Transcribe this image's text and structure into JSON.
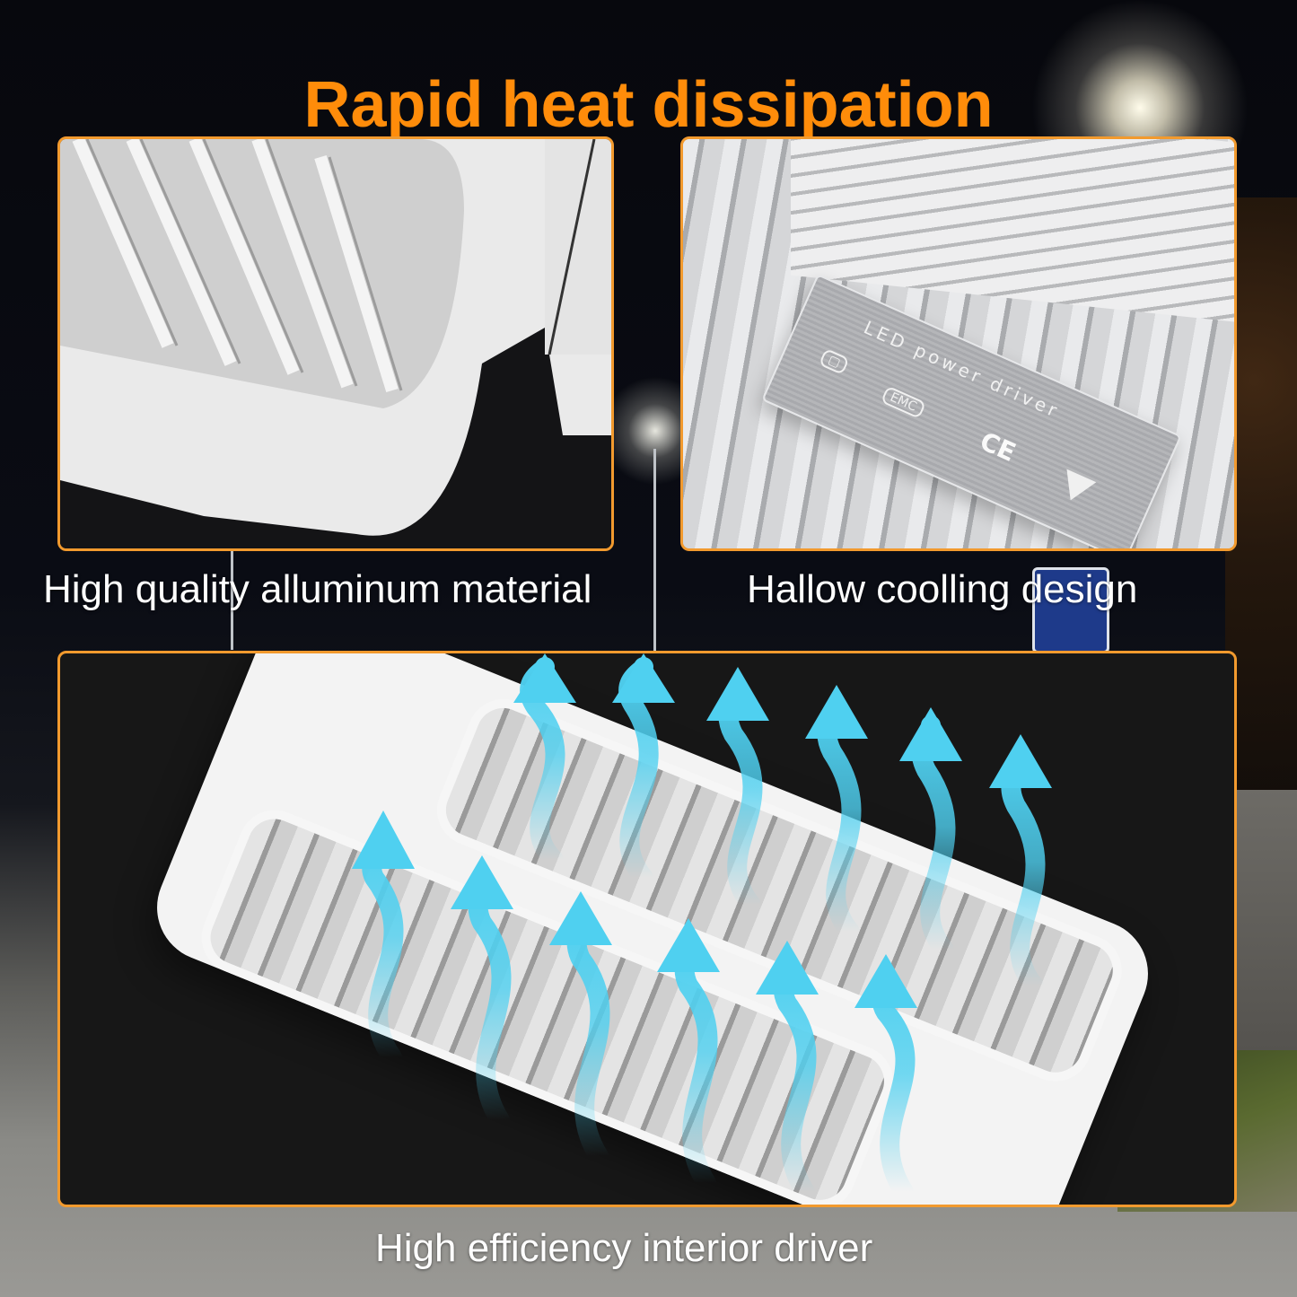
{
  "title": "Rapid heat dissipation",
  "colors": {
    "title": "#ff8c0a",
    "panel_border": "#f29a2e",
    "arrow": "#4fd0f0",
    "caption": "#ffffff"
  },
  "panels": [
    {
      "id": "aluminum",
      "caption": "High quality alluminum material",
      "image_desc": "close-up of white aluminum heat-sink housing corner"
    },
    {
      "id": "cooling",
      "caption": "Hallow coolling design",
      "image_desc": "LED power driver mounted on finned heat sink",
      "driver_label": "LED power driver",
      "marks": [
        "EMC",
        "CE"
      ]
    },
    {
      "id": "driver",
      "caption": "High efficiency interior driver",
      "image_desc": "street light housing with blue airflow arrows rising through fins",
      "arrow_count": 12
    }
  ]
}
